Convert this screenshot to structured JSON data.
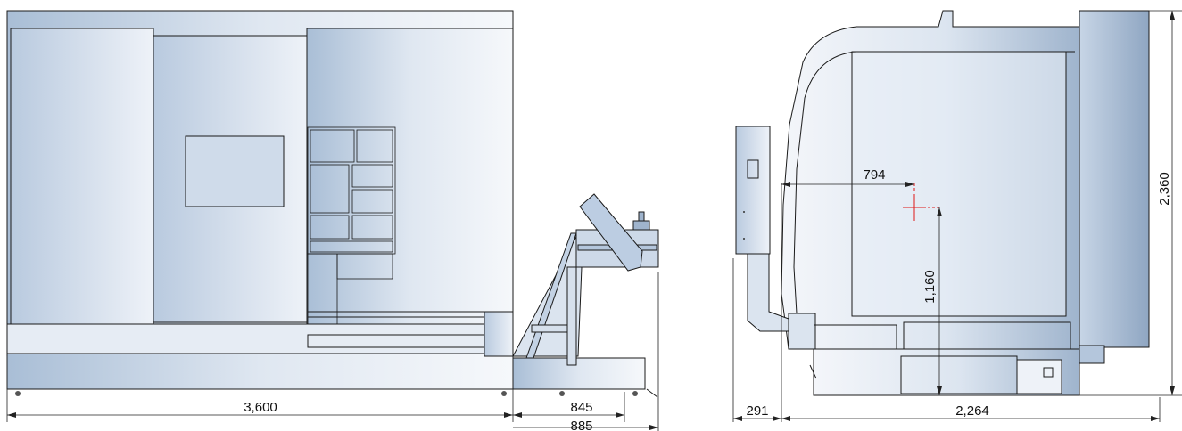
{
  "drawing": {
    "front_view": {
      "width_label": "3,600",
      "conveyor_label": "845",
      "conveyor_total_label": "885"
    },
    "side_view": {
      "depth_label": "2,264",
      "panel_label": "291",
      "height_label": "2,360",
      "center_horizontal_label": "794",
      "center_height_label": "1,160"
    }
  },
  "colors": {
    "body_light": "#eef2f8",
    "body_mid": "#cfdbea",
    "body_dark": "#9fb4cd",
    "marker": "#e01818",
    "line": "#1a1a1a"
  }
}
